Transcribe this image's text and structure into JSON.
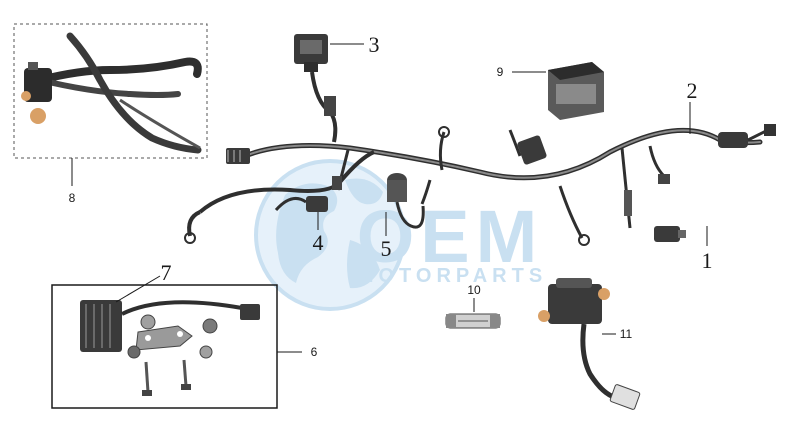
{
  "watermark": {
    "logo": "OEM",
    "tagline": "MOTORPARTS",
    "color": "#9ec7e6"
  },
  "callouts": {
    "c1": "1",
    "c2": "2",
    "c3": "3",
    "c4": "4",
    "c5": "5",
    "c6": "6",
    "c7": "7",
    "c8": "8",
    "c9": "9",
    "c10": "10",
    "c11": "11"
  },
  "colors": {
    "line": "#1a1a1a",
    "part_dark": "#3a3a3a",
    "part_mid": "#707070",
    "part_light": "#bdbdbd",
    "copper": "#d9a066"
  }
}
